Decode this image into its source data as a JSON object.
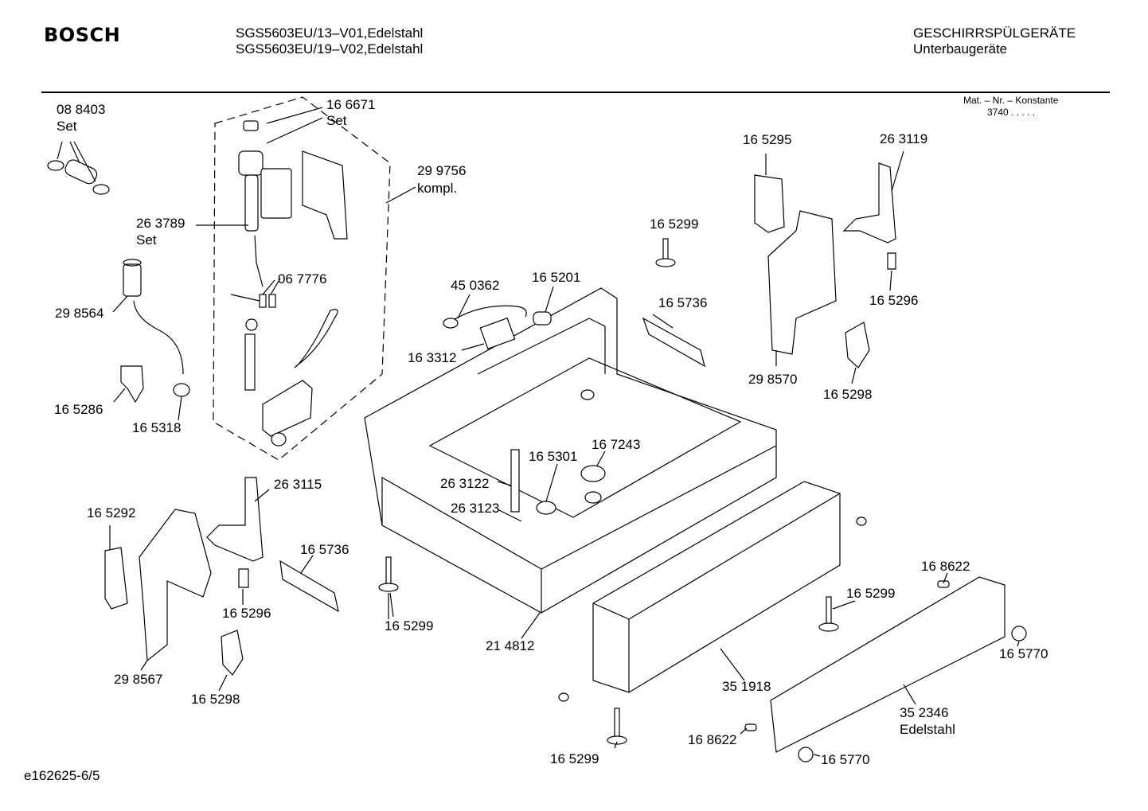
{
  "header": {
    "brand": "BOSCH",
    "model_line1": "SGS5603EU/13–V01,Edelstahl",
    "model_line2": "SGS5603EU/19–V02,Edelstahl",
    "category_line1": "GESCHIRRSPÜLGERÄTE",
    "category_line2": "Unterbaugeräte",
    "konstante_label": "Mat. – Nr. – Konstante",
    "konstante_value": "3740 .  .  .  .  ."
  },
  "parts": {
    "p088403": "08 8403",
    "p088403_sub": "Set",
    "p166671": "16 6671",
    "p166671_sub": "Set",
    "p299756": "29 9756",
    "p299756_sub": "kompl.",
    "p263789": "26 3789",
    "p263789_sub": "Set",
    "p067776": "06 7776",
    "p298564": "29 8564",
    "p165286": "16 5286",
    "p165318": "16 5318",
    "p450362": "45 0362",
    "p165201": "16 5201",
    "p163312": "16 3312",
    "p165299_top": "16 5299",
    "p165736_top": "16 5736",
    "p165295": "16 5295",
    "p263119": "26 3119",
    "p165296_top": "16 5296",
    "p298570": "29 8570",
    "p165298_top": "16 5298",
    "p167243": "16 7243",
    "p165301": "16 5301",
    "p263122": "26 3122",
    "p263123": "26 3123",
    "p263115": "26 3115",
    "p165292": "16 5292",
    "p165736_bot": "16 5736",
    "p165296_bot": "16 5296",
    "p298567": "29 8567",
    "p165298_bot": "16 5298",
    "p165299_mid": "16 5299",
    "p214812": "21 4812",
    "p168622_top": "16 8622",
    "p165299_right": "16 5299",
    "p165770_top": "16 5770",
    "p351918": "35 1918",
    "p352346": "35 2346",
    "p352346_sub": "Edelstahl",
    "p168622_bot": "16 8622",
    "p165770_bot": "16 5770",
    "p165299_bot": "16 5299"
  },
  "footer": {
    "code": "e162625-6/5"
  }
}
